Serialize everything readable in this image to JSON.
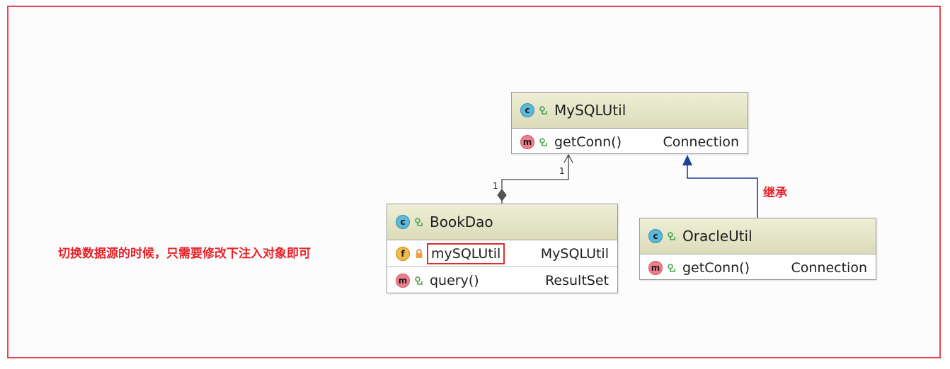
{
  "classes": {
    "mysqlutil": {
      "badge": "c",
      "name": "MySQLUtil",
      "members": [
        {
          "badge": "m",
          "name": "getConn()",
          "type": "Connection"
        }
      ]
    },
    "bookdao": {
      "badge": "c",
      "name": "BookDao",
      "fields": [
        {
          "badge": "f",
          "name": "mySQLUtil",
          "type": "MySQLUtil"
        }
      ],
      "members": [
        {
          "badge": "m",
          "name": "query()",
          "type": "ResultSet"
        }
      ]
    },
    "oracleutil": {
      "badge": "c",
      "name": "OracleUtil",
      "members": [
        {
          "badge": "m",
          "name": "getConn()",
          "type": "Connection"
        }
      ]
    }
  },
  "association": {
    "multiplicity_source": "1",
    "multiplicity_target": "1"
  },
  "annotations": {
    "inheritance": "继承",
    "switch_note": "切换数据源的时候，只需要修改下注入对象即可"
  },
  "colors": {
    "frame": "#e8444a",
    "annotation": "#e8222a",
    "inheritance_line": "#1f3f9a",
    "association_line": "#444444",
    "class_header": "#e6e6c8"
  }
}
